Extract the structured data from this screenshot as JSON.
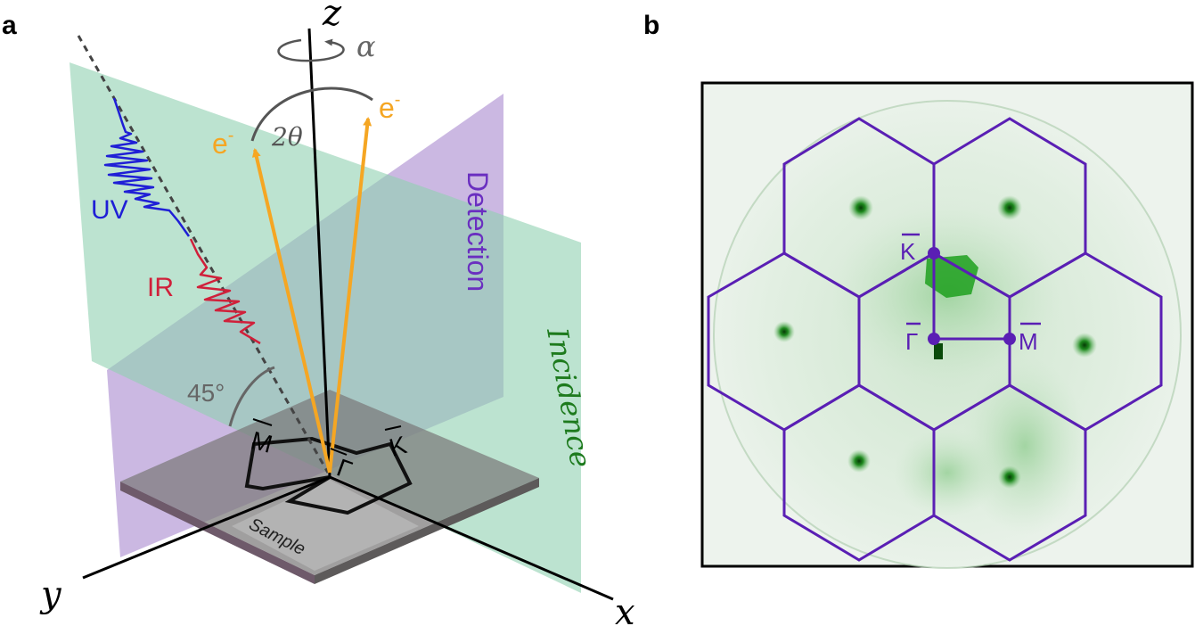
{
  "panels": {
    "a": {
      "label": "a"
    },
    "b": {
      "label": "b"
    }
  },
  "axes": {
    "z": "z",
    "x": "x",
    "y": "y"
  },
  "rotation": {
    "label": "α"
  },
  "angles": {
    "two_theta": "2θ",
    "incidence_angle": "45°"
  },
  "electrons": {
    "left": "e",
    "right": "e",
    "superscript": "-"
  },
  "pulses": {
    "uv": "UV",
    "ir": "IR"
  },
  "planes": {
    "detection": "Detection",
    "incidence": "Incidence"
  },
  "sample": {
    "label": "Sample"
  },
  "bz_points_a": {
    "gamma": "Γ",
    "m": "M",
    "k": "K"
  },
  "bz_points_b": {
    "gamma": "Γ",
    "m": "M",
    "k": "K"
  },
  "colors": {
    "uv": "#1f1fd6",
    "ir": "#d0203a",
    "electron": "#f5a623",
    "detection_plane": "#b9a0d8",
    "incidence_plane": "#8fd0b0",
    "brillouin_zone": "#5a1fb4",
    "pattern_green": "#2a9a2a",
    "gray_text": "#666666"
  }
}
